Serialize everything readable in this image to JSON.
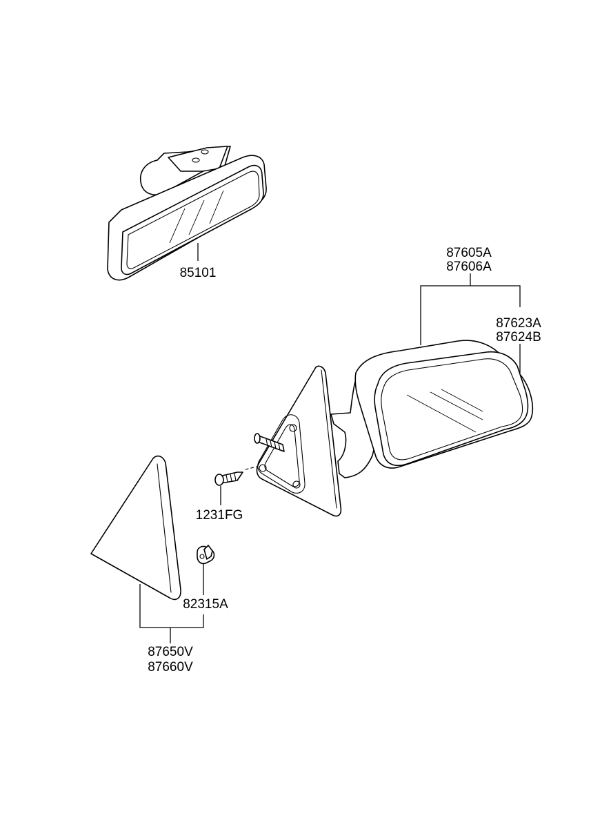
{
  "part_labels": {
    "inside_mirror": "85101",
    "outside_mirror_assy_1": "87605A",
    "outside_mirror_assy_2": "87606A",
    "mirror_glass_1": "87623A",
    "mirror_glass_2": "87624B",
    "screw": "1231FG",
    "clip": "82315A",
    "garnish_1": "87650V",
    "garnish_2": "87660V"
  },
  "colors": {
    "line": "#000000",
    "background": "#ffffff"
  }
}
